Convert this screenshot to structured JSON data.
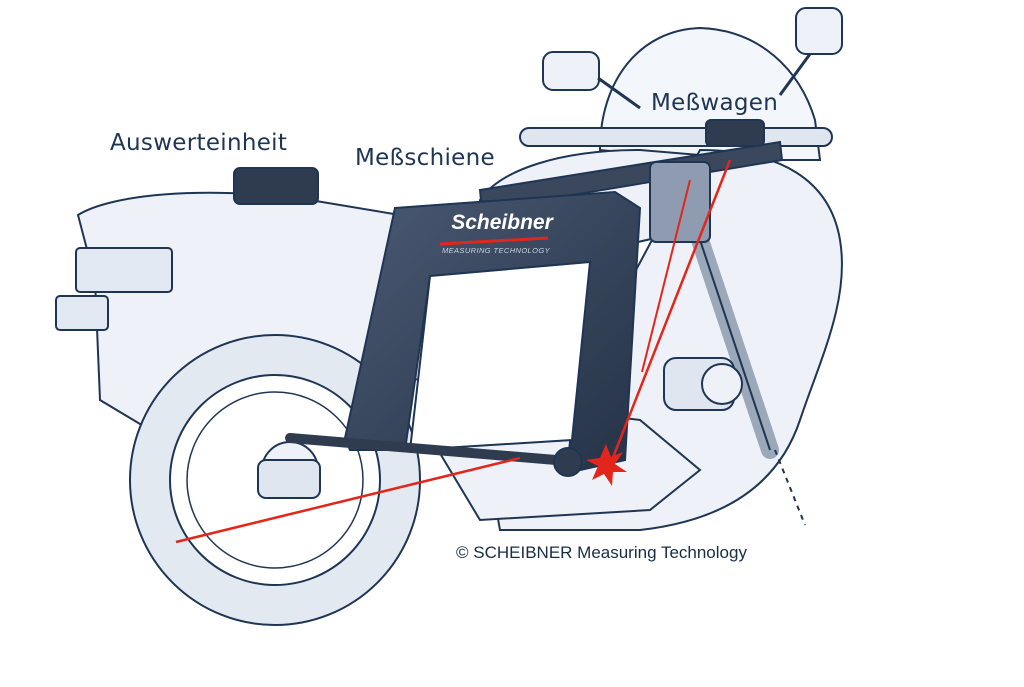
{
  "labels": {
    "evaluation_unit": "Auswerteinheit",
    "measuring_rail": "Meßschiene",
    "measuring_carriage": "Meßwagen"
  },
  "brand": {
    "name": "Scheibner",
    "tagline": "MEASURING TECHNOLOGY"
  },
  "copyright": "© SCHEIBNER Measuring Technology",
  "colors": {
    "outline": "#1f3554",
    "bike_fill": "#eef2f8",
    "bike_shade": "#d9e1ec",
    "device_dark": "#2f3b4f",
    "laser": "#e3261b",
    "brand_red": "#e3261b"
  }
}
